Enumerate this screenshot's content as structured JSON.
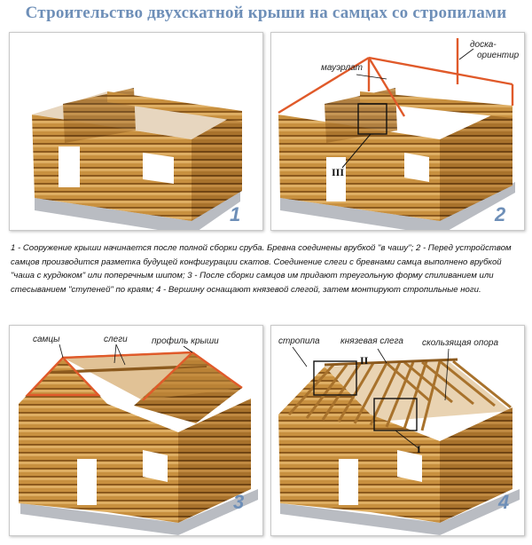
{
  "title": "Строительство двухскатной крыши на самцах со стропилами",
  "panels": [
    {
      "number": "1"
    },
    {
      "number": "2",
      "labels": {
        "mauerlat": "мауэрлат",
        "guide_board_1": "доска-",
        "guide_board_2": "ориентир"
      },
      "roman": "III"
    },
    {
      "number": "3",
      "labels": {
        "samtsy": "самцы",
        "slegi": "слеги",
        "roof_profile": "профиль крыши"
      }
    },
    {
      "number": "4",
      "labels": {
        "rafters": "стропила",
        "ridge_sleg": "князевая слега",
        "sliding_support": "скользящая опора"
      },
      "roman_1": "II",
      "roman_2": "I"
    }
  ],
  "description": "1 - Сооружение крыши начинается после полной сборки сруба. Бревна соединены врубкой \"в чашу\"; 2 - Перед устройством самцов производится разметка будущей конфигурации скатов. Соединение слеги с бревнами самца выполнено врубкой \"чаша с курдюком\" или поперечным шипом; 3 - После сборки самцов им придают треугольную форму спиливанием или стесыванием \"ступеней\" по краям; 4 - Вершину оснащают князевой слегой, затем монтируют стропильные ноги.",
  "colors": {
    "title": "#6e8fb8",
    "number": "#6e8fb8",
    "guide": "#e05a2a",
    "wood": "#c48a3c",
    "wood_dark": "#8c5a1e",
    "foundation": "#b9bcc2"
  }
}
